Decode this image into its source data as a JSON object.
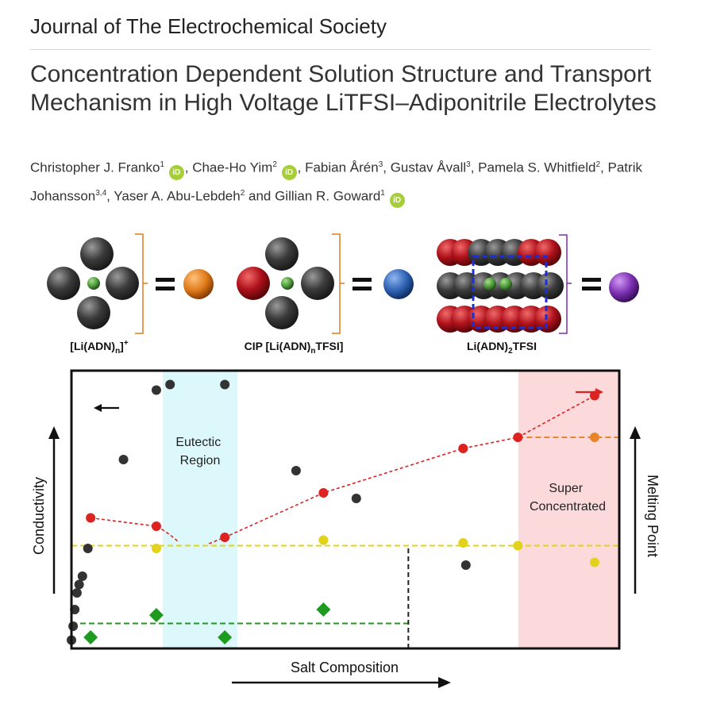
{
  "journal": "Journal of The Electrochemical Society",
  "title": "Concentration Dependent Solution Structure and Transport Mechanism in High Voltage LiTFSI–Adiponitrile Electrolytes",
  "authors": [
    {
      "name": "Christopher J. Franko",
      "sup": "1",
      "orcid": true,
      "sep": ", "
    },
    {
      "name": "Chae-Ho Yim",
      "sup": "2",
      "orcid": true,
      "sep": ", "
    },
    {
      "name": "Fabian Årén",
      "sup": "3",
      "orcid": false,
      "sep": ", "
    },
    {
      "name": "Gustav Åvall",
      "sup": "3",
      "orcid": false,
      "sep": ", "
    },
    {
      "name": "Pamela S. Whitfield",
      "sup": "2",
      "orcid": false,
      "sep": ", "
    },
    {
      "name": "Patrik Johansson",
      "sup": "3,4",
      "orcid": false,
      "sep": ", "
    },
    {
      "name": "Yaser A. Abu-Lebdeh",
      "sup": "2",
      "orcid": false,
      "sep": " and "
    },
    {
      "name": "Gillian R. Goward",
      "sup": "1",
      "orcid": true,
      "sep": ""
    }
  ],
  "orcid_label": "iD",
  "figure": {
    "species": {
      "s1": {
        "main": "[Li(ADN)",
        "sub": "n",
        "tail": "]",
        "sup": "+"
      },
      "s2": {
        "main": "CIP [Li(ADN)",
        "sub": "n",
        "tail": "TFSI]"
      },
      "s3": {
        "main": "Li(ADN)",
        "sub": "2",
        "tail": "TFSI"
      }
    },
    "eutectic_label": [
      "Eutectic",
      "Region"
    ],
    "super_label": [
      "Super",
      "Concentrated"
    ],
    "left_axis_label": "Conductivity",
    "right_axis_label": "Melting Point",
    "x_axis_label": "Salt Composition",
    "colors": {
      "solvent_sphere": "#3a3a3a",
      "lithium": "#4c9a3a",
      "anion": "#b0121b",
      "cluster_1": "#e07a1a",
      "cluster_2": "#2e62b4",
      "cluster_3": "#7a2eb0",
      "conductivity": "#333333",
      "melting_point": "#dd2222",
      "eutectic_band": "#dcf8fb",
      "super_band": "#fcd9da",
      "yellow": "#e3d21c",
      "green": "#1e9a1e",
      "orange": "#e8842a"
    }
  },
  "chart_data": {
    "type": "scatter",
    "xlabel": "Salt Composition",
    "ylabel": "Conductivity",
    "ylabel_right": "Melting Point",
    "bands": [
      {
        "label": "Eutectic Region",
        "x_from": 0.17,
        "x_to": 0.305
      },
      {
        "label": "Super Concentrated",
        "x_from": 0.815,
        "x_to": 1.0
      }
    ],
    "series": [
      {
        "color": "#333333",
        "axis": "left",
        "x": [
          0.0,
          0.003,
          0.006,
          0.01,
          0.014,
          0.02,
          0.03,
          0.095,
          0.155,
          0.18,
          0.28,
          0.41,
          0.52,
          0.72
        ],
        "y": [
          0.03,
          0.08,
          0.14,
          0.2,
          0.23,
          0.26,
          0.36,
          0.68,
          0.93,
          0.95,
          0.95,
          0.64,
          0.54,
          0.3
        ]
      },
      {
        "color": "#dd2222",
        "axis": "right",
        "dashed": true,
        "marker": "circle",
        "x": [
          0.035,
          0.155,
          0.28,
          0.46,
          0.715,
          0.815,
          0.955
        ],
        "y": [
          0.47,
          0.44,
          0.4,
          0.56,
          0.72,
          0.76,
          0.91
        ]
      },
      {
        "color": "#e3d21c",
        "axis": "right",
        "marker": "circle",
        "x": [
          0.155,
          0.46,
          0.715,
          0.815,
          0.955
        ],
        "y": [
          0.36,
          0.39,
          0.38,
          0.37,
          0.31
        ]
      },
      {
        "color": "#1e9a1e",
        "axis": "right",
        "marker": "diamond",
        "x": [
          0.035,
          0.155,
          0.28,
          0.46
        ],
        "y": [
          0.04,
          0.12,
          0.04,
          0.14
        ]
      },
      {
        "color": "#e8842a",
        "axis": "right",
        "marker": "circle",
        "x": [
          0.955
        ],
        "y": [
          0.76
        ]
      }
    ],
    "guides": [
      {
        "color": "#e3d21c",
        "y": 0.37,
        "x_from": 0.0,
        "x_to": 1.0
      },
      {
        "color": "#1e9a1e",
        "y": 0.09,
        "x_from": 0.0,
        "x_to": 0.615
      },
      {
        "color": "#222222",
        "vertical": true,
        "x": 0.615,
        "y_from": 0.0,
        "y_to": 0.37
      },
      {
        "color": "#e8842a",
        "y": 0.76,
        "x_from": 0.815,
        "x_to": 1.0
      }
    ]
  }
}
